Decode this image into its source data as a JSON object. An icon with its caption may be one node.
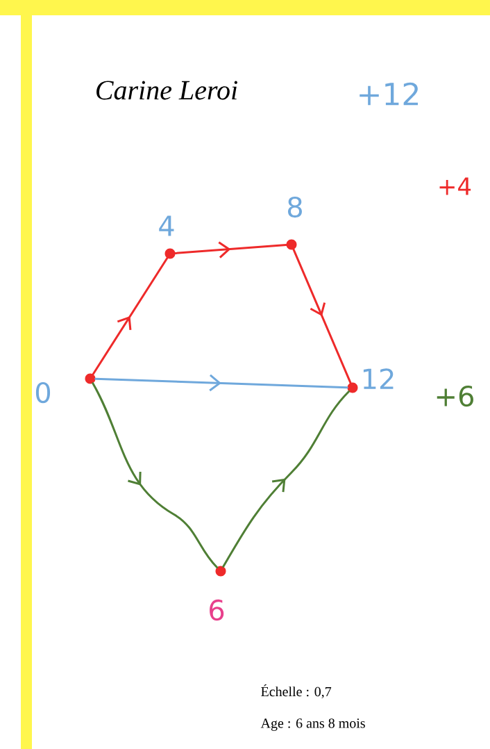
{
  "diagram": {
    "title": "Carine Leroi",
    "nodes": [
      {
        "text": [],
        "shape": "circle",
        "beside": [
          "0"
        ]
      },
      {
        "text": [],
        "shape": "circle",
        "beside": [
          "4"
        ]
      },
      {
        "text": [],
        "shape": "circle",
        "beside": [
          "8"
        ]
      },
      {
        "text": [],
        "shape": "circle",
        "beside": [
          "12"
        ]
      },
      {
        "text": [],
        "shape": "circle",
        "beside": [
          "6"
        ]
      }
    ],
    "edges": [
      {
        "from": 0,
        "to": 1,
        "arrow": "to"
      },
      {
        "from": 1,
        "to": 2,
        "arrow": "to"
      },
      {
        "from": 2,
        "to": 3,
        "arrow": "to"
      },
      {
        "from": 0,
        "to": 3,
        "arrow": "to",
        "color": "#6fa8dc"
      },
      {
        "from": 0,
        "to": 4,
        "arrow": "to",
        "color": "#4f7f35"
      },
      {
        "from": 4,
        "to": 3,
        "arrow": "to",
        "color": "#4f7f35"
      }
    ],
    "labels": [
      "+12",
      "+4",
      "+6",
      "Échelle : 0,7",
      "Age : 6 ans 8 mois"
    ]
  }
}
